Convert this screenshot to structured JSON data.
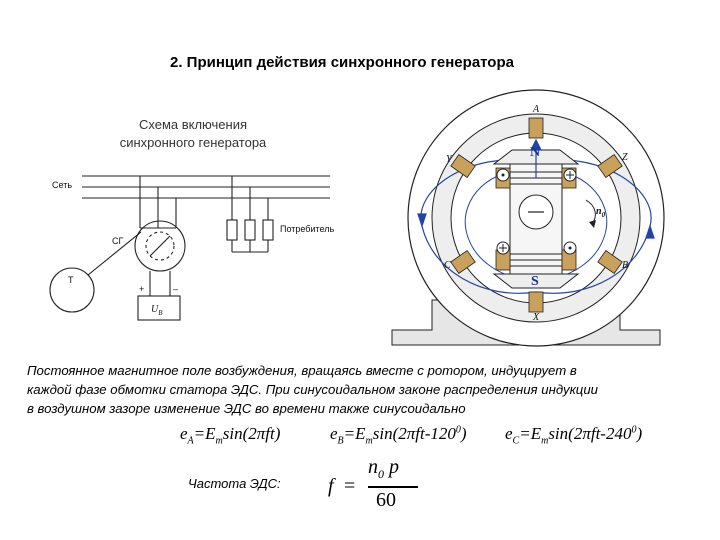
{
  "title": "2. Принцип действия синхронного генератора",
  "caption": [
    "Схема включения",
    "синхронного генератора"
  ],
  "circuit": {
    "grid_label": "Сеть",
    "consumer_label": "Потребитель",
    "generator_label": "СГ",
    "meter_label": "T",
    "excitation_label": "U",
    "excitation_sub": "В",
    "plus": "+",
    "minus": "–"
  },
  "machine": {
    "phase_labels": [
      "A",
      "Z",
      "B",
      "X",
      "C",
      "Y"
    ],
    "north": "N",
    "south": "S",
    "speed_label": "n",
    "speed_sub": "0"
  },
  "paragraph": [
    "Постоянное магнитное поле возбуждения, вращаясь вместе с ротором, индуцирует в",
    "каждой фазе обмотки статора ЭДС. При синусоидальном законе распределения индукции",
    "в воздушном зазоре изменение ЭДС во времени также синусоидально"
  ],
  "equations": {
    "eA": {
      "e": "e",
      "sub": "A",
      "rhs": "=E",
      "m": "m",
      "fn": "sin(2",
      "pi": "π",
      "ft": "ft)"
    },
    "eB": {
      "e": "e",
      "sub": "B",
      "rhs": "=E",
      "m": "m",
      "fn": "sin(2",
      "pi": "π",
      "ft": "ft-120",
      "deg": "0",
      "close": ")"
    },
    "eC": {
      "e": "e",
      "sub": "C",
      "rhs": "=E",
      "m": "m",
      "fn": "sin(2",
      "pi": "π",
      "ft": "ft-240",
      "deg": "0",
      "close": ")"
    }
  },
  "frequency": {
    "label": "Частота ЭДС:",
    "f": "f",
    "equals": "=",
    "numerator_n": "n",
    "numerator_sub": "0",
    "numerator_p": " p",
    "denominator": "60"
  }
}
